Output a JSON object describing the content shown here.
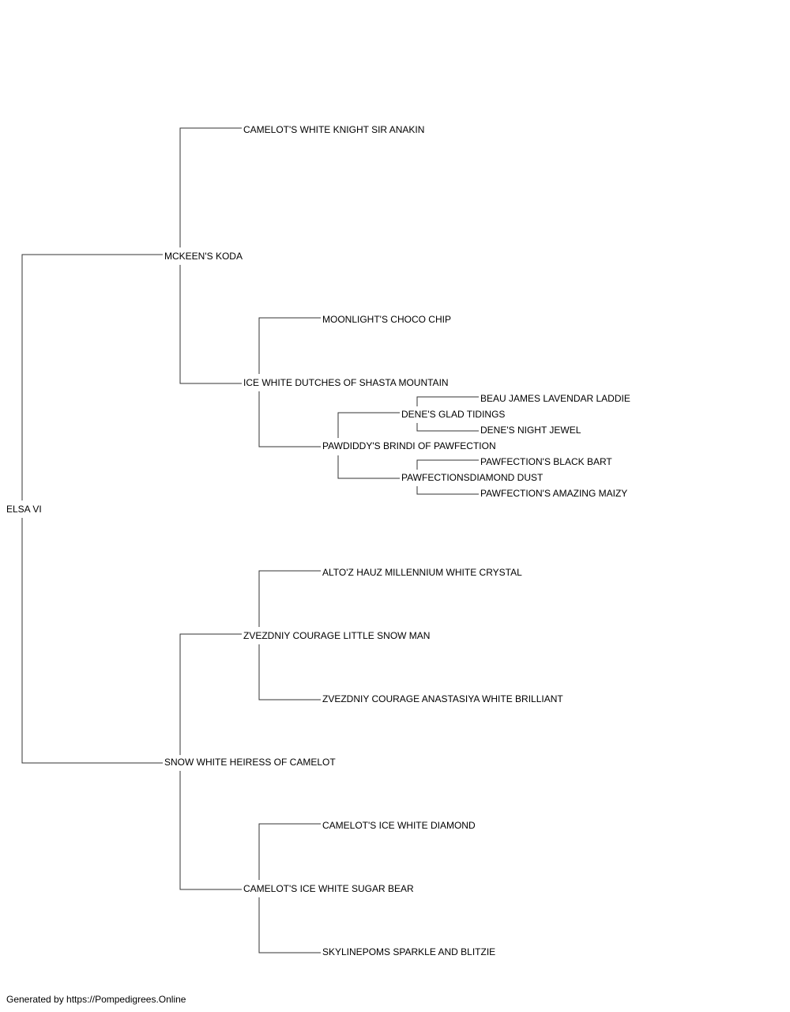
{
  "pedigree": {
    "subject": "ELSA VI",
    "sire": {
      "name": "MCKEEN'S KODA",
      "sire": {
        "name": "CAMELOT'S WHITE KNIGHT SIR ANAKIN"
      },
      "dam": {
        "name": "ICE WHITE DUTCHES OF SHASTA MOUNTAIN",
        "sire": {
          "name": "MOONLIGHT'S CHOCO CHIP"
        },
        "dam": {
          "name": "PAWDIDDY'S BRINDI OF PAWFECTION",
          "sire": {
            "name": "DENE'S GLAD TIDINGS",
            "sire": {
              "name": "BEAU JAMES LAVENDAR LADDIE"
            },
            "dam": {
              "name": "DENE'S NIGHT JEWEL"
            }
          },
          "dam": {
            "name": "PAWFECTIONSDIAMOND DUST",
            "sire": {
              "name": "PAWFECTION'S BLACK BART"
            },
            "dam": {
              "name": "PAWFECTION'S AMAZING MAIZY"
            }
          }
        }
      }
    },
    "dam": {
      "name": "SNOW WHITE HEIRESS OF CAMELOT",
      "sire": {
        "name": "ZVEZDNIY COURAGE LITTLE SNOW MAN",
        "sire": {
          "name": "ALTO'Z HAUZ MILLENNIUM WHITE CRYSTAL"
        },
        "dam": {
          "name": "ZVEZDNIY COURAGE ANASTASIYA WHITE BRILLIANT"
        }
      },
      "dam": {
        "name": "CAMELOT'S ICE WHITE SUGAR BEAR",
        "sire": {
          "name": "CAMELOT'S ICE WHITE DIAMOND"
        },
        "dam": {
          "name": "SKYLINEPOMS SPARKLE AND BLITZIE"
        }
      }
    }
  },
  "footer": {
    "text": "Generated by https://Pompedigrees.Online"
  }
}
